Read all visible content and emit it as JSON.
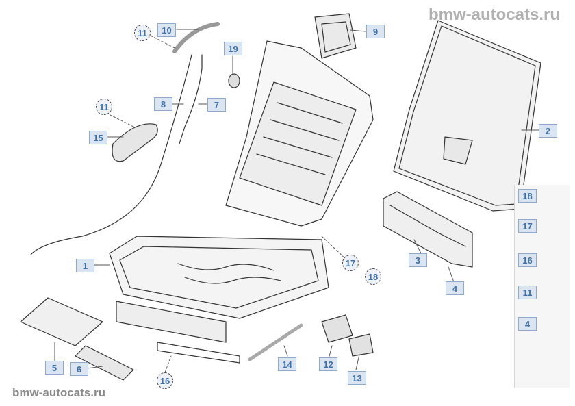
{
  "watermark": {
    "top": "bmw-autocats.ru",
    "bottom": "bmw-autocats.ru"
  },
  "callouts": {
    "c1": "1",
    "c2": "2",
    "c3": "3",
    "c4": "4",
    "c5": "5",
    "c6": "6",
    "c7": "7",
    "c8": "8",
    "c9": "9",
    "c10": "10",
    "c11a": "11",
    "c11b": "11",
    "c12": "12",
    "c13": "13",
    "c14": "14",
    "c15": "15",
    "c16": "16",
    "c17": "17",
    "c18": "18",
    "c19": "19"
  },
  "legend": [
    "18",
    "17",
    "16",
    "11",
    "4"
  ]
}
